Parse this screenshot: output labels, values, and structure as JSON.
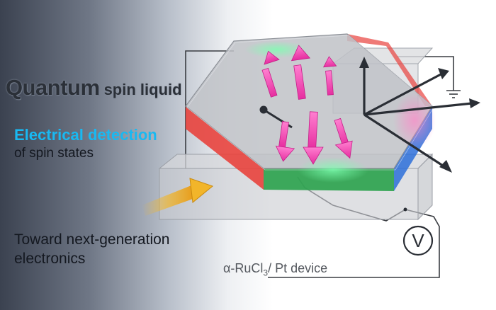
{
  "headline": {
    "strong": "Quantum",
    "rest": "spin liquid"
  },
  "detection": {
    "highlight": "Electrical detection",
    "rest": "of spin states"
  },
  "outlook": {
    "line1": "Toward next-generation",
    "line2": "electronics"
  },
  "device": {
    "prefix": "α-RuCl",
    "subscript": "3",
    "suffix": "/ Pt device",
    "voltmeter_symbol": "V"
  },
  "colors": {
    "gradient_left": "#3e4553",
    "gradient_mid": "#aeb6c3",
    "accent_cyan": "#18b9f2",
    "spin_arrow": "#ff3fb4",
    "edge_red": "#e8423d",
    "edge_green": "#2ea34f",
    "edge_blue": "#2d6fd9",
    "light_beam": "#f0b52a",
    "axis_dark": "#2a2e35"
  }
}
